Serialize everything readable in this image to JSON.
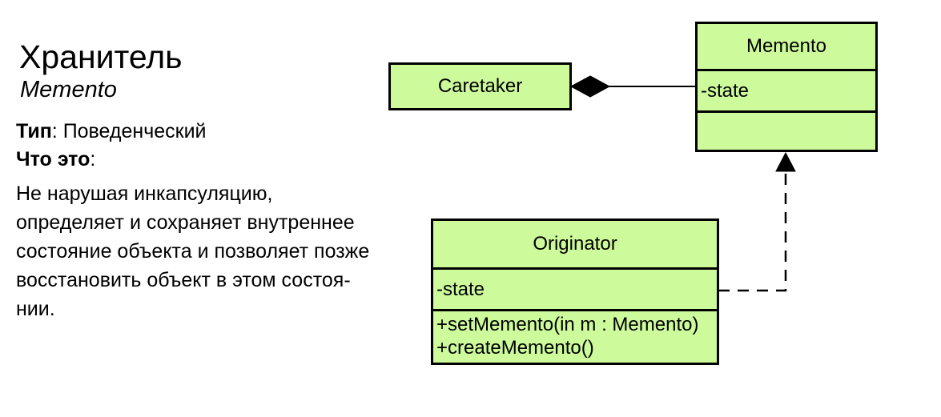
{
  "page": {
    "background": "#ffffff"
  },
  "panel": {
    "title": "Хранитель",
    "subtitle": "Memento",
    "type": {
      "label": "Тип",
      "value": ": Поведенческий"
    },
    "what": {
      "label": "Что это",
      "colon": ":"
    },
    "description_lines": [
      "Не нарушая инкапсуляцию,",
      "определяет и сохраняет внутреннее",
      "состояние объекта и позволяет позже",
      "восстановить объект в этом состоя-",
      "нии."
    ]
  },
  "diagram": {
    "colors": {
      "class_fill": "#cdfa9b",
      "line": "#000000"
    },
    "classes": {
      "caretaker": {
        "title": "Caretaker"
      },
      "memento": {
        "title": "Memento",
        "attribute": "-state"
      },
      "originator": {
        "title": "Originator",
        "attribute": "-state",
        "methods": [
          "+setMemento(in m : Memento)",
          "+createMemento()"
        ]
      }
    },
    "relations": [
      {
        "type": "composition",
        "from": "Caretaker",
        "to": "Memento"
      },
      {
        "type": "dashed-arrow",
        "from": "Originator",
        "to": "Memento"
      }
    ]
  }
}
